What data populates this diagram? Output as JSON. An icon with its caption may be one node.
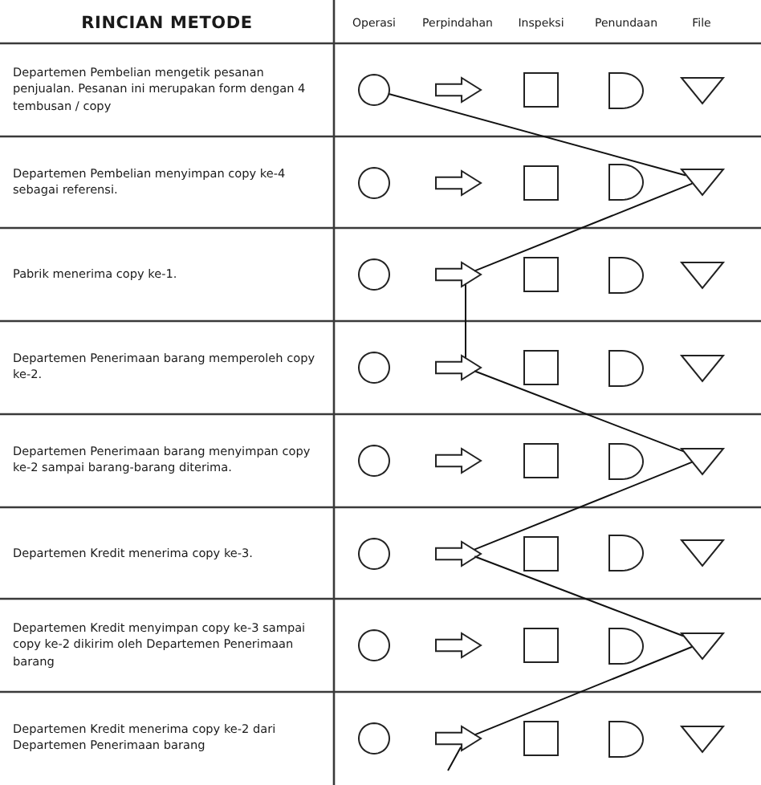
{
  "diagram": {
    "nodes": [
      {
        "text": [],
        "shape": "circle"
      },
      {
        "text": [],
        "shape": "arrow"
      },
      {
        "text": [],
        "shape": "square"
      },
      {
        "text": [],
        "shape": "semicircle"
      },
      {
        "text": [],
        "shape": "triangle"
      },
      {
        "text": [],
        "shape": "circle"
      },
      {
        "text": [],
        "shape": "arrow"
      },
      {
        "text": [],
        "shape": "square"
      },
      {
        "text": [],
        "shape": "semicircle"
      },
      {
        "text": [],
        "shape": "triangle"
      },
      {
        "text": [],
        "shape": "circle"
      },
      {
        "text": [],
        "shape": "arrow"
      },
      {
        "text": [],
        "shape": "square"
      },
      {
        "text": [],
        "shape": "semicircle"
      },
      {
        "text": [],
        "shape": "triangle"
      },
      {
        "text": [],
        "shape": "circle"
      },
      {
        "text": [],
        "shape": "arrow"
      },
      {
        "text": [],
        "shape": "square"
      },
      {
        "text": [],
        "shape": "semicircle"
      },
      {
        "text": [],
        "shape": "triangle"
      },
      {
        "text": [],
        "shape": "circle"
      },
      {
        "text": [],
        "shape": "arrow"
      },
      {
        "text": [],
        "shape": "square"
      },
      {
        "text": [],
        "shape": "semicircle"
      },
      {
        "text": [],
        "shape": "triangle"
      },
      {
        "text": [],
        "shape": "circle"
      },
      {
        "text": [],
        "shape": "arrow"
      },
      {
        "text": [],
        "shape": "square"
      },
      {
        "text": [],
        "shape": "semicircle"
      },
      {
        "text": [],
        "shape": "triangle"
      },
      {
        "text": [],
        "shape": "circle"
      },
      {
        "text": [],
        "shape": "arrow"
      },
      {
        "text": [],
        "shape": "square"
      },
      {
        "text": [],
        "shape": "semicircle"
      },
      {
        "text": [],
        "shape": "triangle"
      },
      {
        "text": [],
        "shape": "circle"
      },
      {
        "text": [],
        "shape": "arrow"
      },
      {
        "text": [],
        "shape": "square"
      },
      {
        "text": [],
        "shape": "semicircle"
      },
      {
        "text": [],
        "shape": "triangle"
      }
    ],
    "edges": [
      {
        "from": 0,
        "to": 9,
        "arrow": "none"
      },
      {
        "from": 9,
        "to": 11,
        "arrow": "none"
      },
      {
        "from": 11,
        "to": 16,
        "arrow": "none"
      },
      {
        "from": 16,
        "to": 24,
        "arrow": "none"
      },
      {
        "from": 24,
        "to": 26,
        "arrow": "none"
      },
      {
        "from": 26,
        "to": 34,
        "arrow": "none"
      },
      {
        "from": 34,
        "to": 36,
        "arrow": "none"
      },
      {
        "from": 36,
        "to": null,
        "arrow": "none"
      }
    ],
    "labels": [
      "RINCIAN METODE",
      "Operasi",
      "Perpindahan",
      "Inspeksi",
      "Penundaan",
      "File",
      "Departemen Pembelian mengetik pesanan penjualan. Pesanan ini merupakan form dengan 4 tembusan / copy",
      "Departemen Pembelian menyimpan copy ke-4 sebagai referensi.",
      "Pabrik menerima copy ke-1.",
      "Departemen Penerimaan barang memperoleh copy ke-2.",
      "Departemen Penerimaan barang menyimpan copy ke-2 sampai barang-barang diterima.",
      "Departemen Kredit menerima copy ke-3.",
      "Departemen Kredit menyimpan copy ke-3 sampai copy ke-2 dikirim oleh Departemen Penerimaan barang",
      "Departemen Kredit menerima copy ke-2 dari Departemen Penerimaan barang"
    ]
  }
}
